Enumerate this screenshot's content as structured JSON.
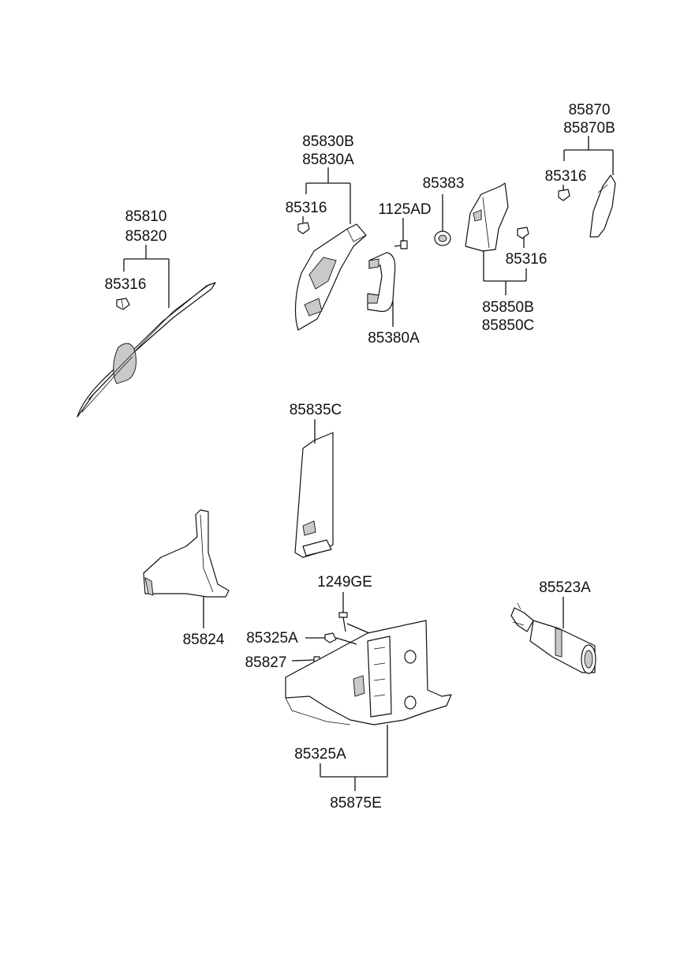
{
  "callouts": {
    "c1": {
      "a": "85810",
      "b": "85820"
    },
    "c2": "85316",
    "c3": {
      "a": "85830B",
      "b": "85830A"
    },
    "c4": "85316",
    "c5": "1125AD",
    "c6": "85383",
    "c7": "85380A",
    "c8": "85316",
    "c9": {
      "a": "85850B",
      "b": "85850C"
    },
    "c10": {
      "a": "85870",
      "b": "85870B"
    },
    "c11": "85316",
    "c12": "85835C",
    "c13": "85824",
    "c14": "1249GE",
    "c15": "85325A",
    "c16": "85827",
    "c17": "85325A",
    "c18": "85875E",
    "c19": "85523A"
  },
  "colors": {
    "line": "#111111",
    "shade": "#c9c9c9",
    "background": "#ffffff"
  }
}
